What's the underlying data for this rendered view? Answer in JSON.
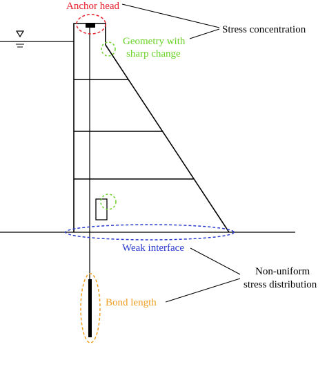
{
  "labels": {
    "anchor_head": "Anchor head",
    "stress_concentration": "Stress concentration",
    "geometry_line1": "Geometry with",
    "geometry_line2": "sharp change",
    "weak_interface": "Weak interface",
    "non_uniform_line1": "Non-uniform",
    "non_uniform_line2": "stress distribution",
    "bond_length": "Bond length"
  },
  "colors": {
    "anchor_head": "#e8202a",
    "geometry": "#6ad32a",
    "weak_interface": "#2a3ccf",
    "bond_length": "#f0a020",
    "line": "#000000"
  },
  "icons": {
    "water_level": "water-level-triangle-icon"
  }
}
